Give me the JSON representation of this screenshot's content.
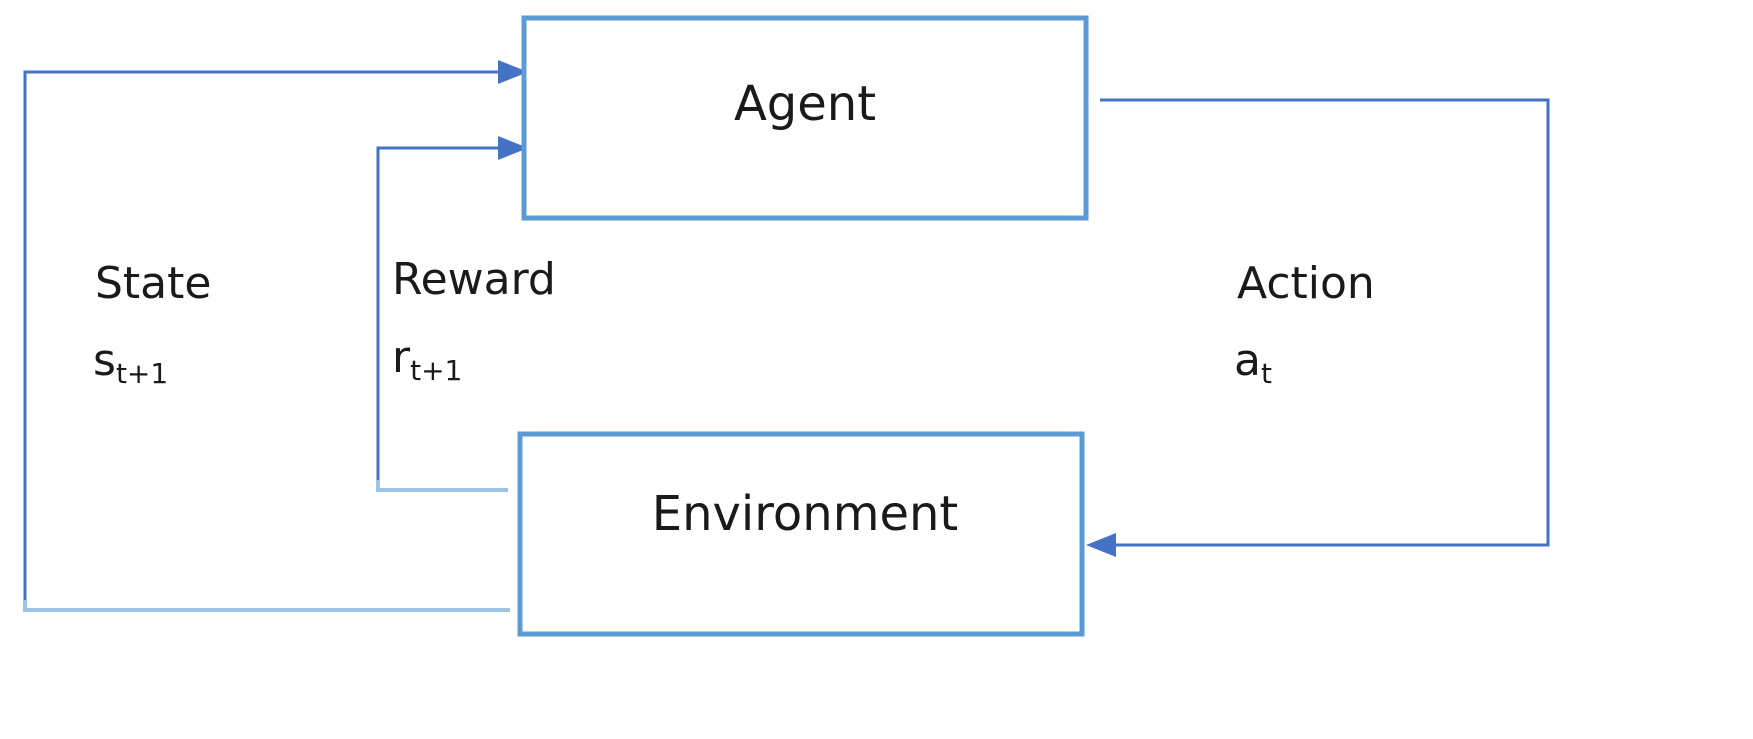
{
  "nodes": {
    "agent": {
      "label": "Agent"
    },
    "environment": {
      "label": "Environment"
    }
  },
  "edges": {
    "state": {
      "label": "State",
      "symbol": "s",
      "subscript": "t+1"
    },
    "reward": {
      "label": "Reward",
      "symbol": "r",
      "subscript": "t+1"
    },
    "action": {
      "label": "Action",
      "symbol": "a",
      "subscript": "t"
    }
  },
  "colors": {
    "box_stroke": "#5b9bd5",
    "arrow": "#4472c4",
    "arrow_light": "#9dc3e6"
  }
}
